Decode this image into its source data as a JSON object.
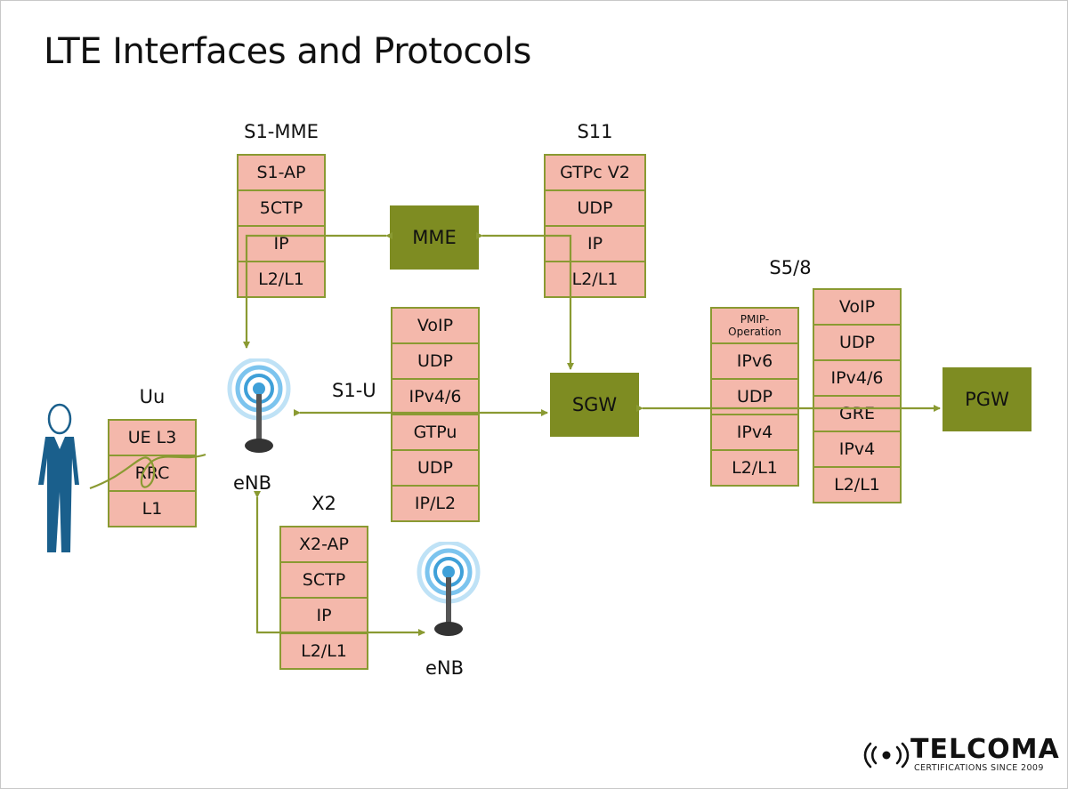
{
  "title": "LTE Interfaces and Protocols",
  "colors": {
    "cell_fill": "#f4b8ab",
    "cell_border": "#8a9a32",
    "node_fill": "#7e8c22",
    "link": "#8a9a32",
    "person": "#1a5f8c",
    "tower_ring": "#3fa0d8"
  },
  "icons": {
    "person": "user-person-icon",
    "tower": "antenna-tower-icon",
    "logo": "signal-waves-icon"
  },
  "stacks": {
    "s1mme": {
      "label": "S1-MME",
      "layers": [
        "S1-AP",
        "5CTP",
        "IP",
        "L2/L1"
      ]
    },
    "s11": {
      "label": "S11",
      "layers": [
        "GTPc V2",
        "UDP",
        "IP",
        "L2/L1"
      ]
    },
    "s1u": {
      "label": "S1-U",
      "layers": [
        "VoIP",
        "UDP",
        "IPv4/6",
        "GTPu",
        "UDP",
        "IP/L2"
      ]
    },
    "uu": {
      "label": "Uu",
      "layers": [
        "UE L3",
        "RRC",
        "L1"
      ]
    },
    "x2": {
      "label": "X2",
      "layers": [
        "X2-AP",
        "SCTP",
        "IP",
        "L2/L1"
      ]
    },
    "s58a": {
      "label": "S5/8",
      "layers": [
        "PMIP-Operation",
        "IPv6",
        "UDP",
        "IPv4",
        "L2/L1"
      ]
    },
    "s58b": {
      "layers": [
        "VoIP",
        "UDP",
        "IPv4/6",
        "GRE",
        "IPv4",
        "L2/L1"
      ]
    }
  },
  "nodes": {
    "mme": "MME",
    "sgw": "SGW",
    "pgw": "PGW"
  },
  "enb_labels": [
    "eNB",
    "eNB"
  ],
  "logo": {
    "name": "TELCOMA",
    "tagline": "CERTIFICATIONS SINCE 2009"
  }
}
